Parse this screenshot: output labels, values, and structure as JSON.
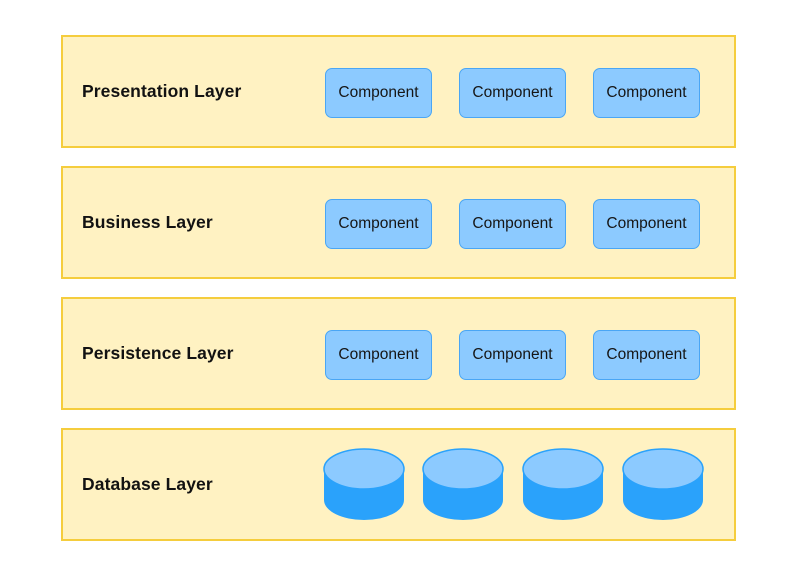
{
  "layers": [
    {
      "label": "Presentation Layer",
      "components": [
        "Component",
        "Component",
        "Component"
      ]
    },
    {
      "label": "Business Layer",
      "components": [
        "Component",
        "Component",
        "Component"
      ]
    },
    {
      "label": "Persistence Layer",
      "components": [
        "Component",
        "Component",
        "Component"
      ]
    },
    {
      "label": "Database Layer",
      "databases": [
        "database-icon",
        "database-icon",
        "database-icon",
        "database-icon"
      ]
    }
  ],
  "colors": {
    "layer_fill": "#fff2c2",
    "layer_border": "#f5cd3d",
    "component_fill": "#8ccaff",
    "component_border": "#4aa6f5",
    "database_top": "#8ccaff",
    "database_body": "#2aa2fb"
  }
}
